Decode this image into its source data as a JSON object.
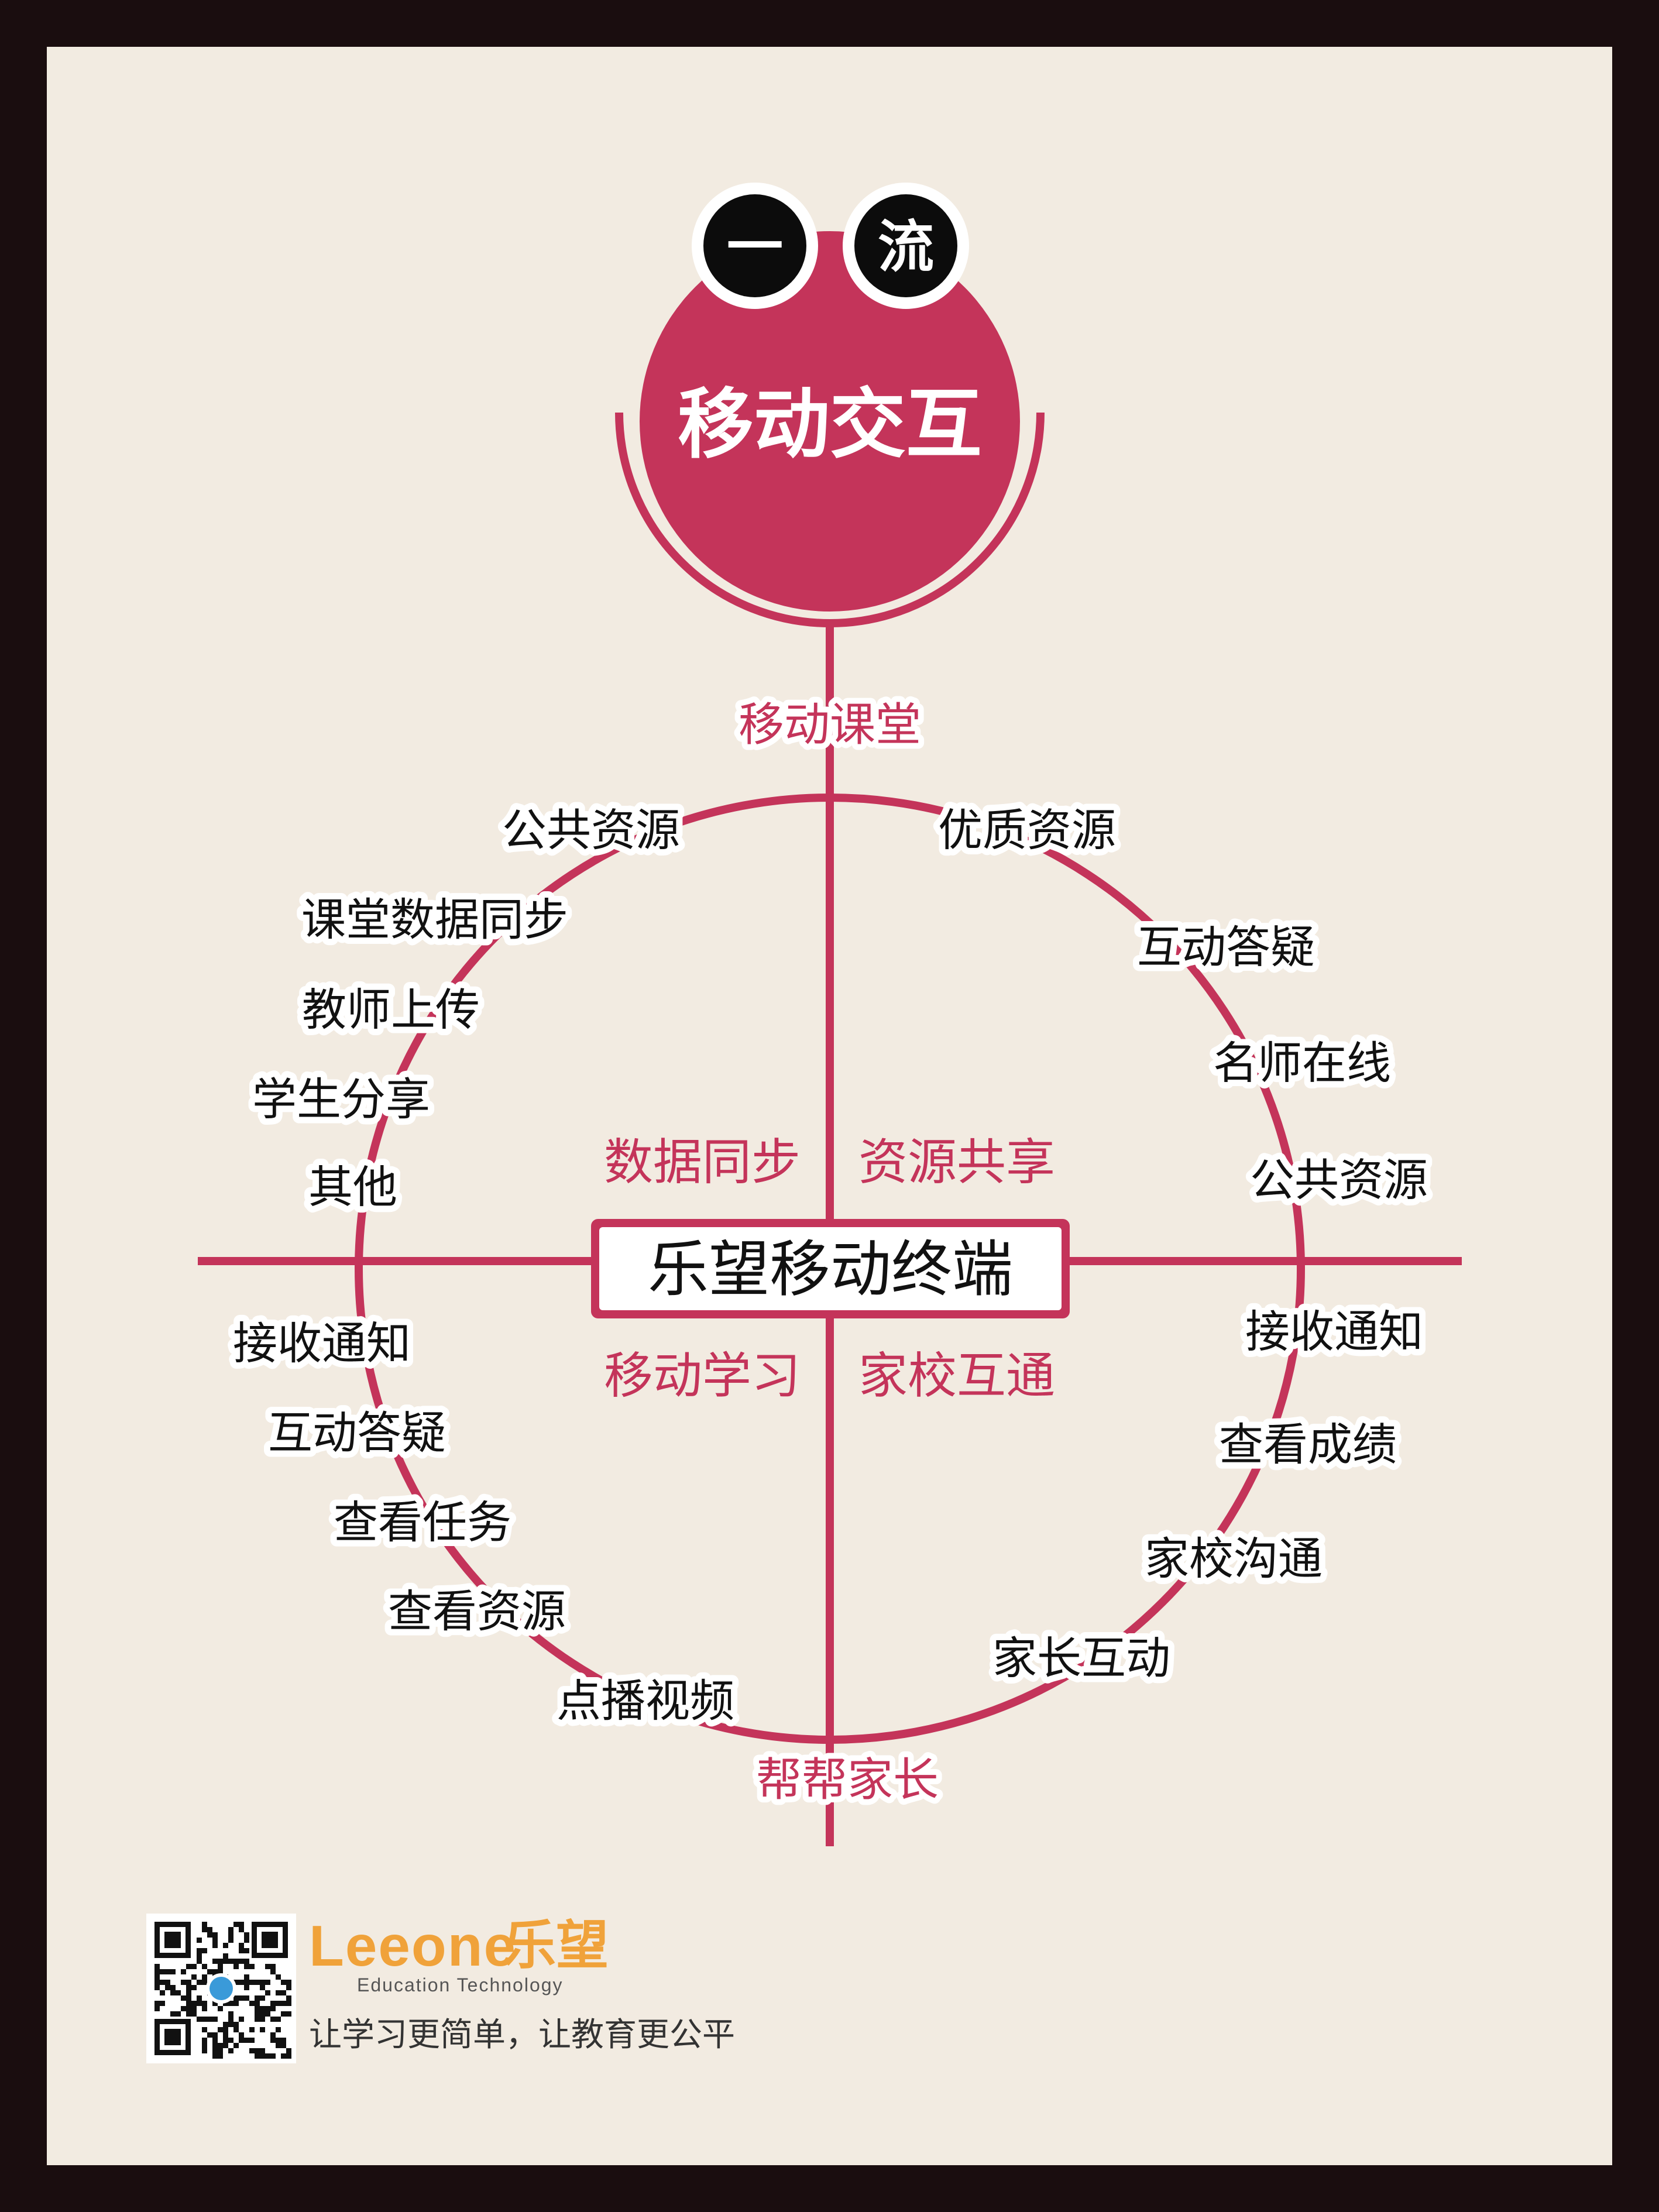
{
  "title": "移动交互",
  "badges": [
    "一",
    "流"
  ],
  "center": "乐望移动终端",
  "axis_labels": {
    "top": "移动课堂",
    "bottom": "帮帮家长"
  },
  "quadrants": {
    "top_left": "数据同步",
    "top_right": "资源共享",
    "bottom_left": "移动学习",
    "bottom_right": "家校互通"
  },
  "items": {
    "top_left": [
      "公共资源",
      "课堂数据同步",
      "教师上传",
      "学生分享",
      "其他"
    ],
    "top_right": [
      "优质资源",
      "互动答疑",
      "名师在线",
      "公共资源"
    ],
    "bottom_left": [
      "接收通知",
      "互动答疑",
      "查看任务",
      "查看资源",
      "点播视频"
    ],
    "bottom_right": [
      "接收通知",
      "查看成绩",
      "家校沟通",
      "家长互动"
    ]
  },
  "footer": {
    "brand_word": "Leeone",
    "brand_cn": "乐望",
    "brand_sub": "Education Technology",
    "slogan": "让学习更简单，让教育更公平"
  },
  "colors": {
    "accent": "#c4345a",
    "background": "#f2ebe1",
    "frame": "#1a0d0f",
    "badge": "#0c0c0c",
    "brand": "#f0a23a"
  }
}
